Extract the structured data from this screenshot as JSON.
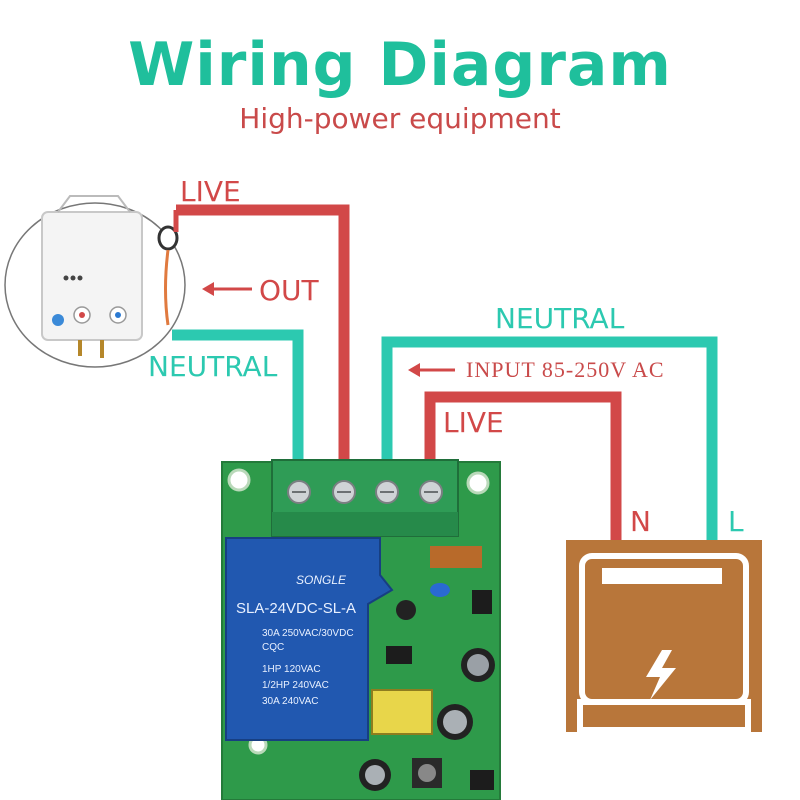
{
  "title": "Wiring Diagram",
  "subtitle": "High-power equipment",
  "labels": {
    "live_top": "LIVE",
    "out": "OUT",
    "neutral_left": "NEUTRAL",
    "neutral_right": "NEUTRAL",
    "input": "INPUT 85-250V AC",
    "live_right": "LIVE",
    "meter_n": "N",
    "meter_l": "L"
  },
  "relay": {
    "brand": "SONGLE",
    "model": "SLA-24VDC-SL-A",
    "rating": "30A  250VAC/30VDC",
    "cert": "CQC",
    "hp1": "1HP 120VAC",
    "hp2": "1/2HP 240VAC",
    "amp": "30A  240VAC"
  },
  "colors": {
    "title": "#1fbf9c",
    "live_wire": "#d24848",
    "neutral_wire": "#2cc9b0",
    "meter": "#b8763a",
    "board": "#2e9a4a"
  }
}
